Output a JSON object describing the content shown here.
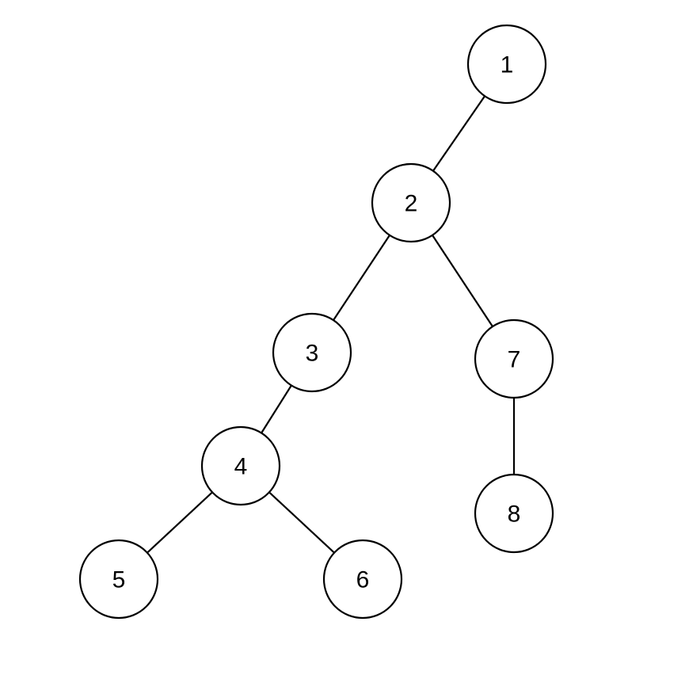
{
  "tree": {
    "nodes": [
      {
        "id": "1",
        "label": "1"
      },
      {
        "id": "2",
        "label": "2"
      },
      {
        "id": "3",
        "label": "3"
      },
      {
        "id": "4",
        "label": "4"
      },
      {
        "id": "5",
        "label": "5"
      },
      {
        "id": "6",
        "label": "6"
      },
      {
        "id": "7",
        "label": "7"
      },
      {
        "id": "8",
        "label": "8"
      }
    ],
    "edges": [
      {
        "from": "1",
        "to": "2"
      },
      {
        "from": "2",
        "to": "3"
      },
      {
        "from": "2",
        "to": "7"
      },
      {
        "from": "3",
        "to": "4"
      },
      {
        "from": "4",
        "to": "5"
      },
      {
        "from": "4",
        "to": "6"
      },
      {
        "from": "7",
        "to": "8"
      }
    ]
  }
}
